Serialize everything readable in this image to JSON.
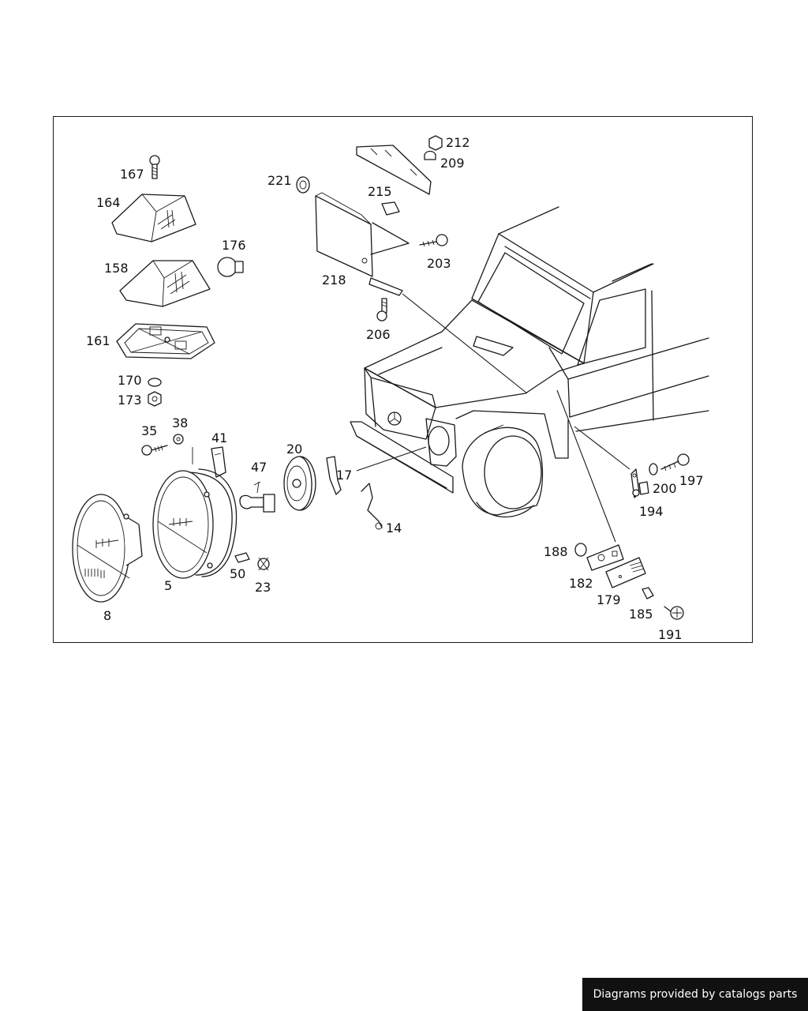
{
  "diagram": {
    "callouts": [
      "167",
      "164",
      "176",
      "158",
      "161",
      "170",
      "173",
      "35",
      "38",
      "41",
      "47",
      "20",
      "17",
      "14",
      "8",
      "5",
      "50",
      "23",
      "221",
      "212",
      "209",
      "215",
      "203",
      "218",
      "206",
      "188",
      "182",
      "179",
      "185",
      "191",
      "194",
      "200",
      "197"
    ]
  },
  "footer": {
    "credit": "Diagrams provided by catalogs parts"
  }
}
